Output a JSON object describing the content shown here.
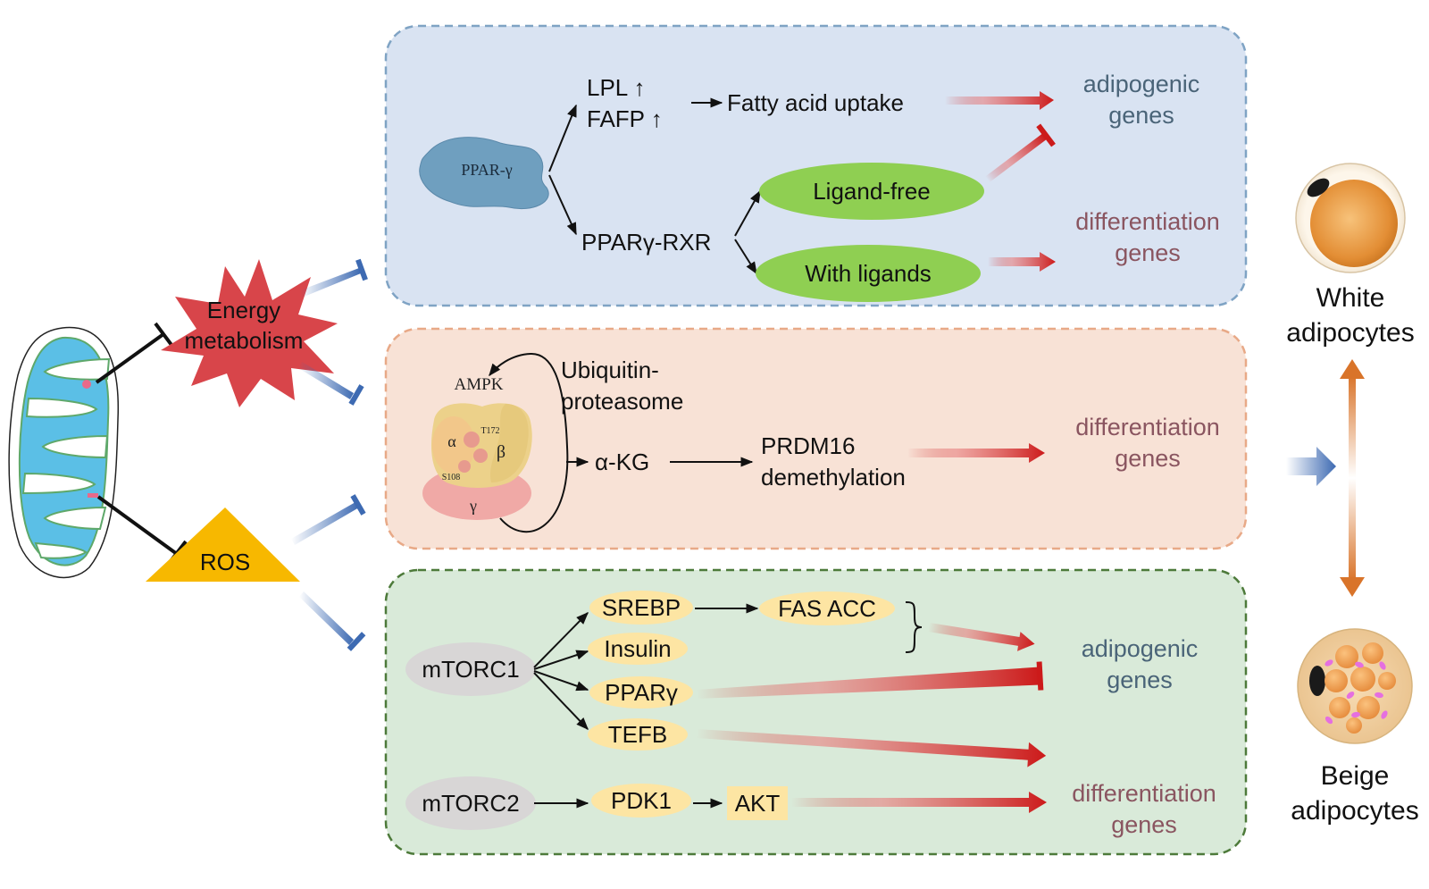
{
  "colors": {
    "panel_top": "#d9e3f2",
    "panel_top_border": "#7fa3c4",
    "panel_mid": "#f8e2d6",
    "panel_mid_border": "#e8a987",
    "panel_bot": "#d9ead9",
    "panel_bot_border": "#4d7a3a",
    "gene_adipogenic": "#4a6478",
    "gene_differentiation": "#8a5560",
    "oval_green": "#8fcf52",
    "oval_yellow": "#fde5a3",
    "oval_gray": "#d8d6d6",
    "starburst": "#d8454a",
    "ros_triangle": "#f7b800",
    "ppar_blob": "#6f9fbf",
    "red_arrow": "#cc1a1a",
    "blue_arrow": "#3d6ab2",
    "orange_arrow": "#d9742a"
  },
  "left": {
    "energy_line1": "Energy",
    "energy_line2": "metabolism",
    "ros": "ROS"
  },
  "top_panel": {
    "ppar_blob": "PPAR-γ",
    "lpl": "LPL ↑",
    "fafp": "FAFP ↑",
    "fatty_acid": "Fatty acid uptake",
    "ppar_rxr": "PPARγ-RXR",
    "ligand_free": "Ligand-free",
    "with_ligands": "With ligands",
    "gene1_line1": "adipogenic",
    "gene1_line2": "genes",
    "gene2_line1": "differentiation",
    "gene2_line2": "genes"
  },
  "mid_panel": {
    "ampk": "AMPK",
    "alpha": "α",
    "beta": "β",
    "gamma": "γ",
    "t172": "T172",
    "s108": "S108",
    "ubiquitin_line1": "Ubiquitin-",
    "ubiquitin_line2": "proteasome",
    "akg": "α-KG",
    "prdm16_line1": "PRDM16",
    "prdm16_line2": "demethylation",
    "gene_line1": "differentiation",
    "gene_line2": "genes"
  },
  "bottom_panel": {
    "mtorc1": "mTORC1",
    "mtorc2": "mTORC2",
    "srebp": "SREBP",
    "fas_acc": "FAS ACC",
    "insulin": "Insulin",
    "ppary": "PPARγ",
    "tefb": "TEFB",
    "pdk1": "PDK1",
    "akt": "AKT",
    "gene1_line1": "adipogenic",
    "gene1_line2": "genes",
    "gene2_line1": "differentiation",
    "gene2_line2": "genes"
  },
  "right": {
    "white_line1": "White",
    "white_line2": "adipocytes",
    "beige_line1": "Beige",
    "beige_line2": "adipocytes"
  }
}
